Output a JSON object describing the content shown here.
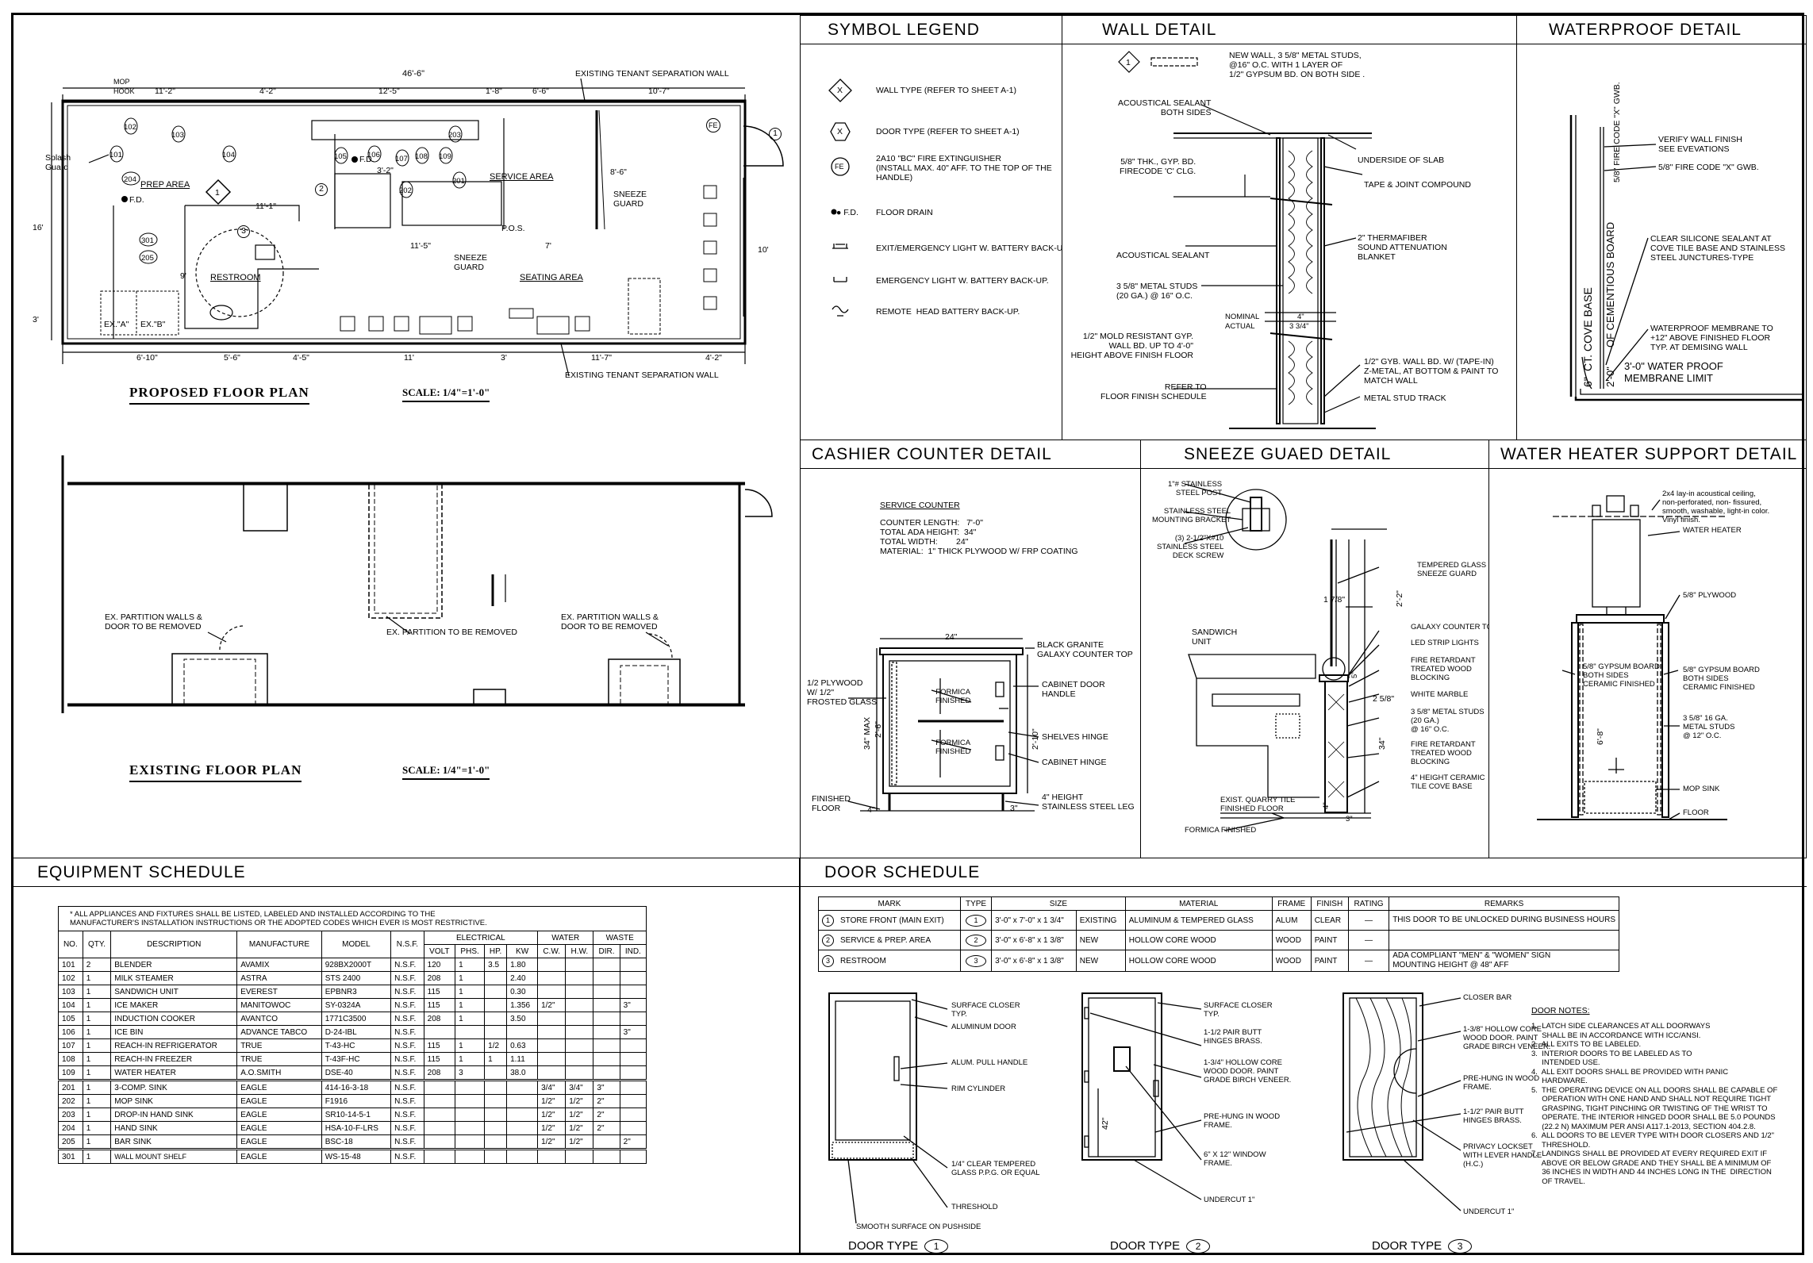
{
  "proposed_plan": {
    "caption": "PROPOSED FLOOR PLAN",
    "scale": "SCALE: 1/4\"=1'-0\"",
    "dims_top": [
      "11'-2\"",
      "4'-2\"",
      "12'-5\"",
      "1'-8\"",
      "6'-6\"",
      "10'-7\""
    ],
    "dim_overall": "46'-6\"",
    "dims_bottom": [
      "6'-10\"",
      "5'-6\"",
      "4'-5\"",
      "11'",
      "3'",
      "11'-7\"",
      "4'-2\""
    ],
    "labels": {
      "prep_area": "PREP AREA",
      "service_area": "SERVICE AREA",
      "seating_area": "SEATING AREA",
      "restroom": "RESTROOM",
      "splash_guard": "Splash\nGuard",
      "mop_hook": "MOP\nHOOK",
      "existing_wall_top": "EXISTING TENANT SEPARATION WALL",
      "existing_wall_bottom": "EXISTING TENANT SEPARATION WALL",
      "sneeze_guard_1": "SNEEZE\nGUARD",
      "sneeze_guard_2": "SNEEZE\nGUARD",
      "pos": "P.O.S.",
      "fd_1": "F.D.",
      "fd_2": "F.D.",
      "ex_a": "EX.\"A\"",
      "ex_b": "EX.\"B\"",
      "fe": "FE",
      "d11_1": "11'-1\"",
      "d11_5": "11'-5\"",
      "d7": "7'",
      "d16": "16'",
      "d9": "9'",
      "d10": "10'",
      "d8_6": "8'-6\"",
      "d3_2": "3'-2\"",
      "d3": "3'",
      "eq_tags": [
        "101",
        "102",
        "103",
        "104",
        "105",
        "106",
        "107",
        "108",
        "109",
        "201",
        "202",
        "203",
        "204",
        "205",
        "301"
      ],
      "mark_1": "1",
      "mark_3": "3",
      "mark_2": "2"
    }
  },
  "existing_plan": {
    "caption": "EXISTING FLOOR PLAN",
    "scale": "SCALE: 1/4\"=1'-0\"",
    "note_1": "EX. PARTITION WALLS &\nDOOR TO BE REMOVED",
    "note_2": "EX. PARTITION TO BE REMOVED",
    "note_3": "EX. PARTITION WALLS &\nDOOR TO BE REMOVED"
  },
  "symbol_legend": {
    "title": "SYMBOL LEGEND",
    "items": [
      {
        "sym": "X",
        "text": "WALL TYPE (REFER TO SHEET A-1)"
      },
      {
        "sym": "X",
        "text": "DOOR TYPE (REFER TO SHEET A-1)"
      },
      {
        "sym": "FE",
        "text": "2A10 \"BC\" FIRE EXTINGUISHER\n(INSTALL MAX. 40\" AFF. TO THE TOP OF THE\nHANDLE)"
      },
      {
        "sym": "● F.D.",
        "text": "FLOOR DRAIN"
      },
      {
        "sym": "",
        "text": "EXIT/EMERGENCY LIGHT W. BATTERY BACK-UP."
      },
      {
        "sym": "",
        "text": "EMERGENCY LIGHT W. BATTERY BACK-UP."
      },
      {
        "sym": "",
        "text": "REMOTE  HEAD BATTERY BACK-UP."
      }
    ]
  },
  "wall_detail": {
    "title": "WALL DETAIL",
    "tag": "1",
    "notes": {
      "new_wall": "NEW WALL, 3 5/8\" METAL STUDS,\n@16\" O.C. WITH 1 LAYER OF\n1/2\" GYPSUM BD. ON BOTH SIDE .",
      "acoustical_both": "ACOUSTICAL SEALANT\nBOTH SIDES",
      "gyp": "5/8\" THK., GYP. BD.\nFIRECODE 'C' CLG.",
      "underside": "UNDERSIDE OF SLAB",
      "tape": "TAPE & JOINT COMPOUND",
      "thermafiber": "2\" THERMAFIBER\nSOUND ATTENUATION\nBLANKET",
      "acoustical": "ACOUSTICAL SEALANT",
      "studs": "3 5/8\" METAL STUDS\n(20 GA.) @ 16\" O.C.",
      "nominal": "NOMINAL",
      "actual": "ACTUAL",
      "d4": "4\"",
      "d334": "3 3/4\"",
      "mold": "1/2\" MOLD RESISTANT GYP.\nWALL BD. UP TO 4'-0\"\nHEIGHT ABOVE FINISH FLOOR",
      "refer": "REFER TO\nFLOOR FINISH SCHEDULE",
      "gyb": "1/2\" GYB. WALL BD. W/ (TAPE-IN)\nZ-METAL, AT BOTTOM & PAINT TO\nMATCH WALL",
      "track": "METAL STUD TRACK"
    }
  },
  "waterproof_detail": {
    "title": "WATERPROOF DETAIL",
    "notes": {
      "verify": "VERIFY WALL FINISH\nSEE EVEVATIONS",
      "gwb": "5/8\" FIRE CODE \"X\" GWB.",
      "sealant": "CLEAR SILICONE SEALANT AT\nCOVE TILE BASE AND STAINLESS\nSTEEL JUNCTURES-TYPE",
      "membrane": "WATERPROOF MEMBRANE TO\n+12\" ABOVE FINISHED FLOOR\nTYP. AT DEMISING WALL",
      "v_gwb": "5/8\" FIRE CODE \"X\" GWB.",
      "v_board": "OF CEMENTIOUS BOARD",
      "v_23": "2'-0\"",
      "v_cove": "CT. COVE BASE",
      "v_6": "6\"",
      "limit": "3'-0\" WATER PROOF\nMEMBRANE LIMIT"
    }
  },
  "cashier_detail": {
    "title": "CASHIER COUNTER DETAIL",
    "service_counter": "SERVICE COUNTER",
    "specs": "COUNTER LENGTH:   7'-0\"\nTOTAL ADA HEIGHT:  34\"\nTOTAL WIDTH:        24\"\nMATERIAL:  1\" THICK PLYWOOD W/ FRP COATING",
    "d24": "24\"",
    "granite": "BLACK GRANITE\nGALAXY COUNTER TOP",
    "plywood": "1/2 PLYWOOD\nW/ 1/2\"\nFROSTED GLASS",
    "formica1": "FORMICA\nFINISHED",
    "formica2": "FORMICA\nFINISHED",
    "handle": "CABINET DOOR\nHANDLE",
    "shelves": "SHELVES HINGE",
    "hinge": "CABINET HINGE",
    "leg": "4\" HEIGHT\nSTAINLESS STEEL LEG",
    "floor": "FINISHED\nFLOOR",
    "max": "34\" MAX",
    "d26": "2'-6\"",
    "d210": "2'-10\"",
    "d4": "4\"",
    "d3": "3\""
  },
  "sneeze_detail": {
    "title": "SNEEZE GUAED DETAIL",
    "post": "1\"# STAINLESS\nSTEEL POST",
    "bracket": "STAINLESS STEEL\nMOUNTING BRACKET",
    "screw": "(3) 2-1/2\"x#10\nSTAINLESS STEEL\nDECK SCREW",
    "sandwich": "SANDWICH\nUNIT",
    "glass": "TEMPERED GLASS\nSNEEZE GUARD",
    "galaxy": "GALAXY COUNTER TOP",
    "led": "LED STRIP LIGHTS",
    "retardant1": "FIRE RETARDANT\nTREATED WOOD\nBLOCKING",
    "marble": "WHITE MARBLE",
    "studs": "3 5/8\" METAL STUDS\n(20 GA.)\n@ 16\" O.C.",
    "retardant2": "FIRE RETARDANT\nTREATED WOOD\nBLOCKING",
    "cove": "4\" HEIGHT CERAMIC\nTILE COVE BASE",
    "quarry": "EXIST. QUARRY TILE\nFINISHED FLOOR",
    "formica": "FORMICA FINISHED",
    "d178": "1 7/8\"",
    "d22": "2'-2\"",
    "d258": "2 5/8\"",
    "d34": "34\"",
    "d5": "5\"",
    "d4": "4\"",
    "d3": "3\""
  },
  "water_heater_detail": {
    "title": "WATER HEATER SUPPORT DETAIL",
    "ceiling": "2x4 lay-in acoustical ceiling,\nnon-perforated, non- fissured,\nsmooth, washable, light-in color.\nVinyl finish.",
    "heater": "WATER HEATER",
    "plywood": "5/8\" PLYWOOD",
    "board_l": "5/8\" GYPSUM BOARD\nBOTH SIDES\nCERAMIC FINISHED",
    "board_r": "5/8\" GYPSUM BOARD\nBOTH SIDES\nCERAMIC FINISHED",
    "studs": "3 5/8\" 16 GA.\nMETAL STUDS\n@ 12\" O.C.",
    "sink": "MOP SINK",
    "floor": "FLOOR",
    "d68": "6'-8\""
  },
  "equipment_schedule": {
    "title": "EQUIPMENT SCHEDULE",
    "note": "* ALL APPLIANCES AND FIXTURES SHALL BE LISTED, LABELED AND INSTALLED ACCORDING TO THE\nMANUFACTURER'S INSTALLATION INSTRUCTIONS OR THE ADOPTED CODES WHICH EVER IS MOST RESTRICTIVE.",
    "group_headers": {
      "electrical": "ELECTRICAL",
      "water": "WATER",
      "waste": "WASTE"
    },
    "columns": [
      "NO.",
      "QTY.",
      "DESCRIPTION",
      "MANUFACTURE",
      "MODEL",
      "N.S.F.",
      "VOLT",
      "PHS.",
      "HP.",
      "KW",
      "C.W.",
      "H.W.",
      "DIR.",
      "IND."
    ],
    "rows_a": [
      [
        "101",
        "2",
        "BLENDER",
        "AVAMIX",
        "928BX2000T",
        "N.S.F.",
        "120",
        "1",
        "3.5",
        "1.80",
        "",
        "",
        "",
        ""
      ],
      [
        "102",
        "1",
        "MILK STEAMER",
        "ASTRA",
        "STS 2400",
        "N.S.F.",
        "208",
        "1",
        "",
        "2.40",
        "",
        "",
        "",
        ""
      ],
      [
        "103",
        "1",
        "SANDWICH UNIT",
        "EVEREST",
        "EPBNR3",
        "N.S.F.",
        "115",
        "1",
        "",
        "0.30",
        "",
        "",
        "",
        ""
      ],
      [
        "104",
        "1",
        "ICE MAKER",
        "MANITOWOC",
        "SY-0324A",
        "N.S.F.",
        "115",
        "1",
        "",
        "1.356",
        "1/2\"",
        "",
        "",
        "3\""
      ],
      [
        "105",
        "1",
        "INDUCTION COOKER",
        "AVANTCO",
        "1771C3500",
        "N.S.F.",
        "208",
        "1",
        "",
        "3.50",
        "",
        "",
        "",
        ""
      ],
      [
        "106",
        "1",
        "ICE BIN",
        "ADVANCE TABCO",
        "D-24-IBL",
        "N.S.F.",
        "",
        "",
        "",
        "",
        "",
        "",
        "",
        "3\""
      ],
      [
        "107",
        "1",
        "REACH-IN REFRIGERATOR",
        "TRUE",
        "T-43-HC",
        "N.S.F.",
        "115",
        "1",
        "1/2",
        "0.63",
        "",
        "",
        "",
        ""
      ],
      [
        "108",
        "1",
        "REACH-IN FREEZER",
        "TRUE",
        "T-43F-HC",
        "N.S.F.",
        "115",
        "1",
        "1",
        "1.11",
        "",
        "",
        "",
        ""
      ],
      [
        "109",
        "1",
        "WATER HEATER",
        "A.O.SMITH",
        "DSE-40",
        "N.S.F.",
        "208",
        "3",
        "",
        "38.0",
        "",
        "",
        "",
        ""
      ]
    ],
    "rows_b": [
      [
        "201",
        "1",
        "3-COMP. SINK",
        "EAGLE",
        "414-16-3-18",
        "N.S.F.",
        "",
        "",
        "",
        "",
        "3/4\"",
        "3/4\"",
        "3\"",
        ""
      ],
      [
        "202",
        "1",
        "MOP SINK",
        "EAGLE",
        "F1916",
        "N.S.F.",
        "",
        "",
        "",
        "",
        "1/2\"",
        "1/2\"",
        "2\"",
        ""
      ],
      [
        "203",
        "1",
        "DROP-IN HAND SINK",
        "EAGLE",
        "SR10-14-5-1",
        "N.S.F.",
        "",
        "",
        "",
        "",
        "1/2\"",
        "1/2\"",
        "2\"",
        ""
      ],
      [
        "204",
        "1",
        "HAND SINK",
        "EAGLE",
        "HSA-10-F-LRS",
        "N.S.F.",
        "",
        "",
        "",
        "",
        "1/2\"",
        "1/2\"",
        "2\"",
        ""
      ],
      [
        "205",
        "1",
        "BAR SINK",
        "EAGLE",
        "BSC-18",
        "N.S.F.",
        "",
        "",
        "",
        "",
        "1/2\"",
        "1/2\"",
        "",
        "2\""
      ]
    ],
    "rows_c": [
      [
        "301",
        "1",
        "WALL MOUNT SHELF",
        "EAGLE",
        "WS-15-48",
        "N.S.F.",
        "",
        "",
        "",
        "",
        "",
        "",
        "",
        ""
      ]
    ]
  },
  "door_schedule": {
    "title": "DOOR SCHEDULE",
    "columns": [
      "MARK",
      "TYPE",
      "SIZE",
      "MATERIAL",
      "FRAME",
      "FINISH",
      "RATING",
      "REMARKS"
    ],
    "rows": [
      {
        "mark": "1",
        "label": "STORE FRONT (MAIN EXIT)",
        "type": "1",
        "size": "3'-0\" x 7'-0\" x 1 3/4\"",
        "status": "EXISTING",
        "material": "ALUMINUM & TEMPERED GLASS",
        "frame": "ALUM",
        "finish": "CLEAR",
        "rating": "—",
        "remarks": "THIS DOOR TO BE UNLOCKED DURING BUSINESS HOURS"
      },
      {
        "mark": "2",
        "label": "SERVICE & PREP. AREA",
        "type": "2",
        "size": "3'-0\" x 6'-8\" x 1 3/8\"",
        "status": "NEW",
        "material": "HOLLOW CORE WOOD",
        "frame": "WOOD",
        "finish": "PAINT",
        "rating": "—",
        "remarks": ""
      },
      {
        "mark": "3",
        "label": "RESTROOM",
        "type": "3",
        "size": "3'-0\" x 6'-8\" x 1 3/8\"",
        "status": "NEW",
        "material": "HOLLOW CORE WOOD",
        "frame": "WOOD",
        "finish": "PAINT",
        "rating": "—",
        "remarks": "ADA COMPLIANT \"MEN\" & \"WOMEN\" SIGN\nMOUNTING HEIGHT @ 48\" AFF"
      }
    ],
    "door1": {
      "label": "DOOR TYPE",
      "num": "1",
      "notes": [
        "SURFACE CLOSER\nTYP.",
        "ALUMINUM DOOR",
        "ALUM. PULL HANDLE",
        "RIM CYLINDER",
        "1/4\" CLEAR TEMPERED\nGLASS P.P.G. OR EQUAL",
        "THRESHOLD",
        "SMOOTH SURFACE ON PUSHSIDE"
      ]
    },
    "door2": {
      "label": "DOOR TYPE",
      "num": "2",
      "notes": [
        "SURFACE CLOSER\nTYP.",
        "1-1/2 PAIR BUTT\nHINGES BRASS.",
        "1-3/4\" HOLLOW CORE\nWOOD DOOR. PAINT\nGRADE BIRCH VENEER.",
        "PRE-HUNG IN WOOD\nFRAME.",
        "6\" X 12\" WINDOW\nFRAME.",
        "UNDERCUT 1\""
      ],
      "dim": "42\""
    },
    "door3": {
      "label": "DOOR TYPE",
      "num": "3",
      "notes": [
        "CLOSER BAR",
        "1-3/8\" HOLLOW CORE\nWOOD DOOR. PAINT\nGRADE BIRCH VENEER.",
        "PRE-HUNG IN WOOD\nFRAME.",
        "1-1/2\" PAIR BUTT\nHINGES BRASS.",
        "PRIVACY LOCKSET\nWITH LEVER HANDLE\n(H.C.)",
        "UNDERCUT 1\""
      ]
    },
    "notes_title": "DOOR NOTES:",
    "notes": "1.  LATCH SIDE CLEARANCES AT ALL DOORWAYS\n     SHALL BE IN ACCORDANCE WITH ICC/ANSI.\n2.  ALL EXITS TO BE LABELED.\n3.  INTERIOR DOORS TO BE LABELED AS TO\n     INTENDED USE.\n4.  ALL EXIT DOORS SHALL BE PROVIDED WITH PANIC\n     HARDWARE.\n5.  THE OPERATING DEVICE ON ALL DOORS SHALL BE CAPABLE OF\n     OPERATION WITH ONE HAND AND SHALL NOT REQUIRE TIGHT\n     GRASPING, TIGHT PINCHING OR TWISTING OF THE WRIST TO\n     OPERATE. THE INTERIOR HINGED DOOR SHALL BE 5.0 POUNDS\n     (22.2 N) MAXIMUM PER ANSI A117.1-2013, SECTION 404.2.8.\n6.  ALL DOORS TO BE LEVER TYPE WITH DOOR CLOSERS AND 1/2\"\n     THRESHOLD.\n7.  LANDINGS SHALL BE PROVIDED AT EVERY REQUIRED EXIT IF\n     ABOVE OR BELOW GRADE AND THEY SHALL BE A MINIMUM OF\n     36 INCHES IN WIDTH AND 44 INCHES LONG IN THE  DIRECTION\n     OF TRAVEL."
  }
}
